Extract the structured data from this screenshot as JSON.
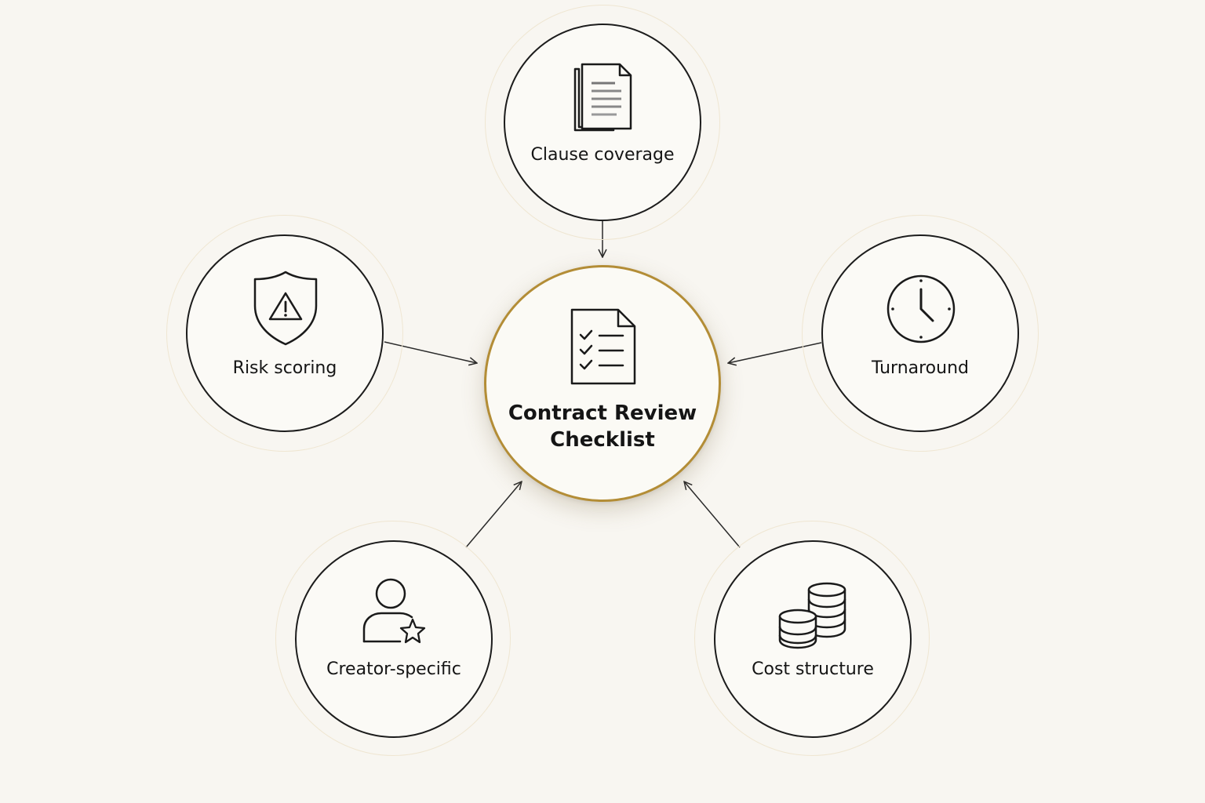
{
  "center": {
    "title_line1": "Contract Review",
    "title_line2": "Checklist"
  },
  "nodes": {
    "clause": {
      "label": "Clause coverage",
      "icon": "document-stack-icon"
    },
    "risk": {
      "label": "Risk scoring",
      "icon": "shield-warning-icon"
    },
    "turnaround": {
      "label": "Turnaround",
      "icon": "clock-icon"
    },
    "creator": {
      "label": "Creator-specific",
      "icon": "user-star-icon"
    },
    "cost": {
      "label": "Cost structure",
      "icon": "coins-icon"
    }
  },
  "colors": {
    "background": "#f8f6f1",
    "center_border": "#b38d36",
    "node_border": "#1c1c1c",
    "halo": "#efe6d2"
  }
}
